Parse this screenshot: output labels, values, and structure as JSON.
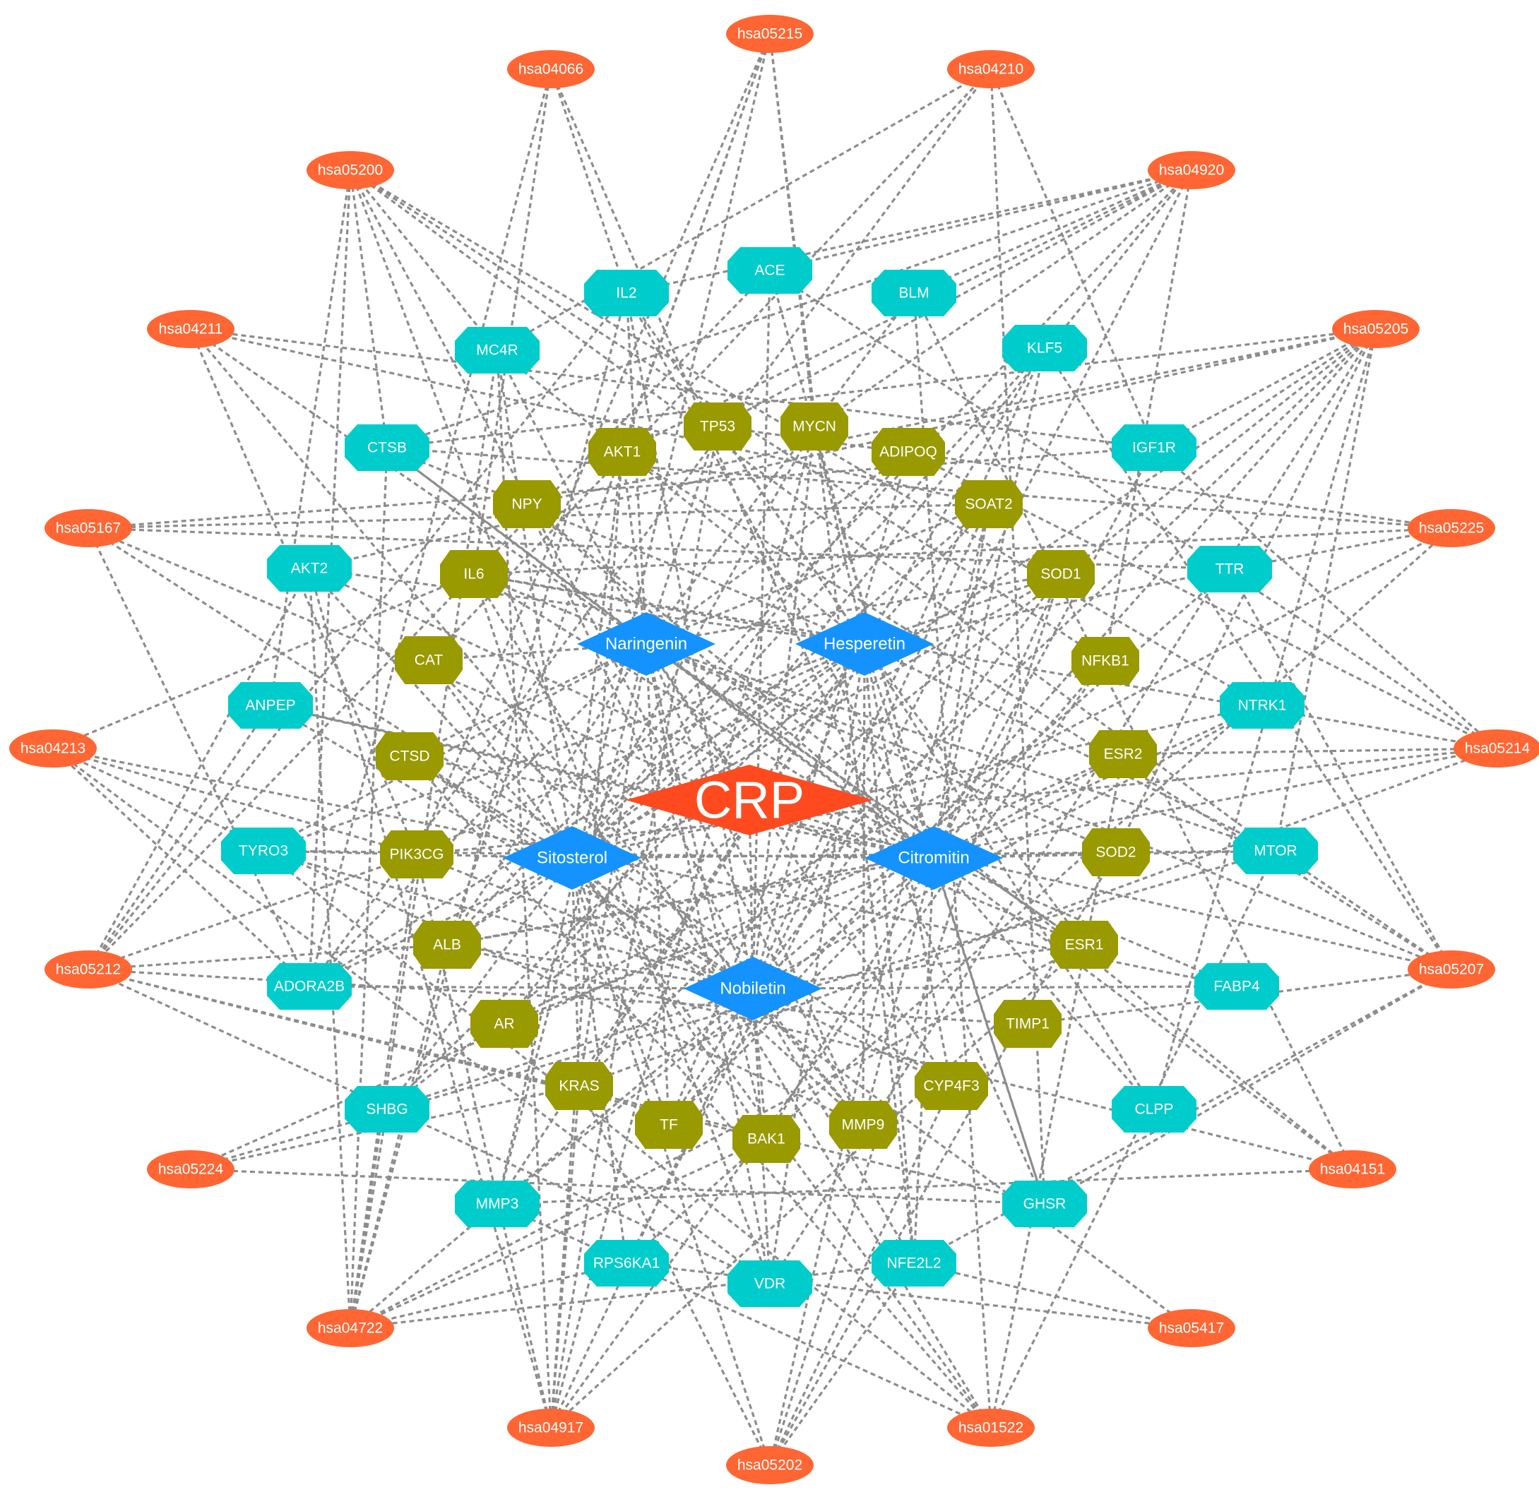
{
  "center": {
    "label": "CRP"
  },
  "compounds": [
    "Naringenin",
    "Hesperetin",
    "Sitosterol",
    "Citromitin",
    "Nobiletin"
  ],
  "pathways": [
    "hsa05215",
    "hsa04210",
    "hsa04920",
    "hsa05205",
    "hsa05225",
    "hsa05214",
    "hsa05207",
    "hsa04151",
    "hsa05417",
    "hsa01522",
    "hsa05202",
    "hsa04917",
    "hsa04722",
    "hsa05224",
    "hsa05212",
    "hsa04213",
    "hsa05167",
    "hsa04211",
    "hsa05200",
    "hsa04066"
  ],
  "outer_targets": [
    "ACE",
    "BLM",
    "KLF5",
    "IGF1R",
    "TTR",
    "NTRK1",
    "MTOR",
    "FABP4",
    "CLPP",
    "GHSR",
    "NFE2L2",
    "VDR",
    "RPS6KA1",
    "MMP3",
    "SHBG",
    "ADORA2B",
    "TYRO3",
    "ANPEP",
    "AKT2",
    "CTSB",
    "MC4R",
    "IL2"
  ],
  "inner_targets": [
    "MYCN",
    "ADIPOQ",
    "SOAT2",
    "SOD1",
    "NFKB1",
    "ESR2",
    "SOD2",
    "ESR1",
    "TIMP1",
    "CYP4F3",
    "MMP9",
    "BAK1",
    "TF",
    "KRAS",
    "AR",
    "ALB",
    "PIK3CG",
    "CTSD",
    "CAT",
    "IL6",
    "NPY",
    "AKT1",
    "TP53"
  ],
  "colors": {
    "center": "#ff4a1f",
    "compound": "#1493ff",
    "pathway": "#ff6633",
    "outer_target": "#00cccc",
    "inner_target": "#999900",
    "edge": "#8c8c8c",
    "label": "#ffffff"
  }
}
